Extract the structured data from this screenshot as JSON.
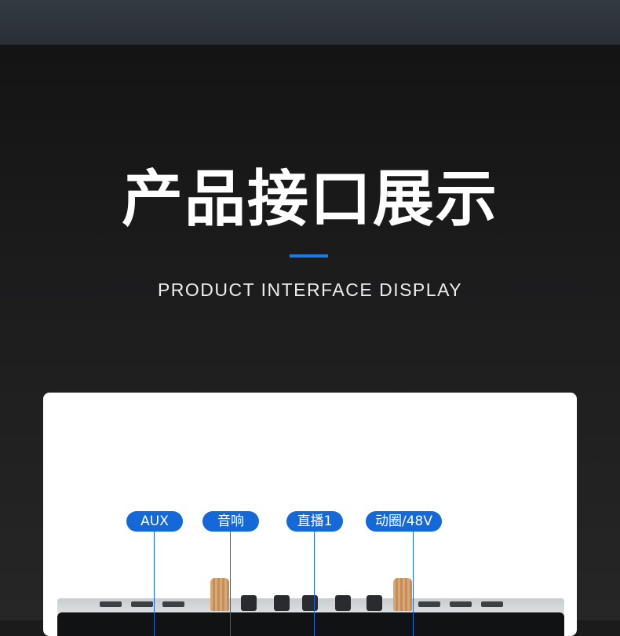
{
  "header": {
    "title": "产品接口展示",
    "subtitle": "PRODUCT INTERFACE DISPLAY",
    "accent_color": "#1d7be8"
  },
  "ports": [
    {
      "label": "AUX"
    },
    {
      "label": "音响"
    },
    {
      "label": "直播1"
    },
    {
      "label": "动圈/48V"
    }
  ],
  "colors": {
    "label_bg": "#1468d8",
    "card_bg": "#ffffff",
    "page_bg": "#1b1b1c"
  }
}
